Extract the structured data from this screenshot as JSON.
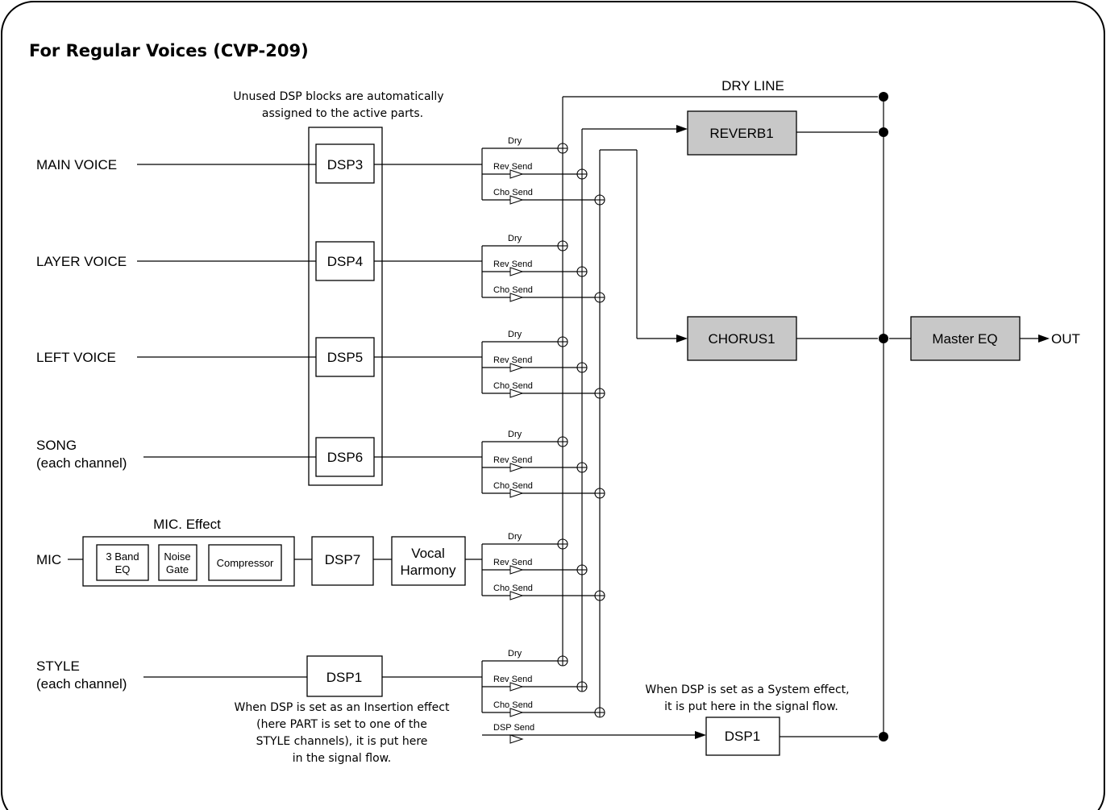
{
  "title": "For Regular Voices (CVP-209)",
  "notes": {
    "top": [
      "Unused DSP blocks are automatically",
      "assigned to the active parts."
    ],
    "insertion": [
      "When DSP is set as an Insertion effect",
      "(here PART is set to one of the",
      "STYLE channels), it is put here",
      "in the signal flow."
    ],
    "system": [
      "When DSP is set as a System effect,",
      "it is put here in the signal flow."
    ]
  },
  "inputs": {
    "main": "MAIN VOICE",
    "layer": "LAYER VOICE",
    "left": "LEFT VOICE",
    "song": [
      "SONG",
      "(each channel)"
    ],
    "mic": "MIC",
    "style": [
      "STYLE",
      "(each channel)"
    ]
  },
  "blocks": {
    "dsp3": "DSP3",
    "dsp4": "DSP4",
    "dsp5": "DSP5",
    "dsp6": "DSP6",
    "dsp7": "DSP7",
    "dsp1_insert": "DSP1",
    "dsp1_system": "DSP1",
    "vocal_harmony": [
      "Vocal",
      "Harmony"
    ],
    "reverb": "REVERB1",
    "chorus": "CHORUS1",
    "master_eq": "Master EQ",
    "out": "OUT"
  },
  "mic_effect": {
    "label": "MIC. Effect",
    "eq": [
      "3 Band",
      "EQ"
    ],
    "noise_gate": [
      "Noise",
      "Gate"
    ],
    "compressor": "Compressor"
  },
  "sends": {
    "dry": "Dry",
    "rev": "Rev Send",
    "cho": "Cho Send",
    "dsp": "DSP Send"
  },
  "dry_line": "DRY LINE"
}
